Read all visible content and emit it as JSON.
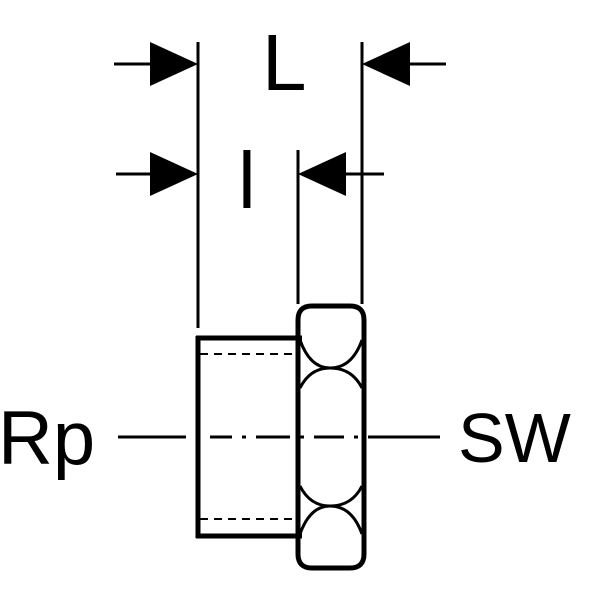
{
  "labels": {
    "overall_length": "L",
    "thread_length": "l",
    "thread_type": "Rp",
    "wrench_size": "SW"
  },
  "colors": {
    "line": "#000000",
    "background": "#ffffff"
  }
}
